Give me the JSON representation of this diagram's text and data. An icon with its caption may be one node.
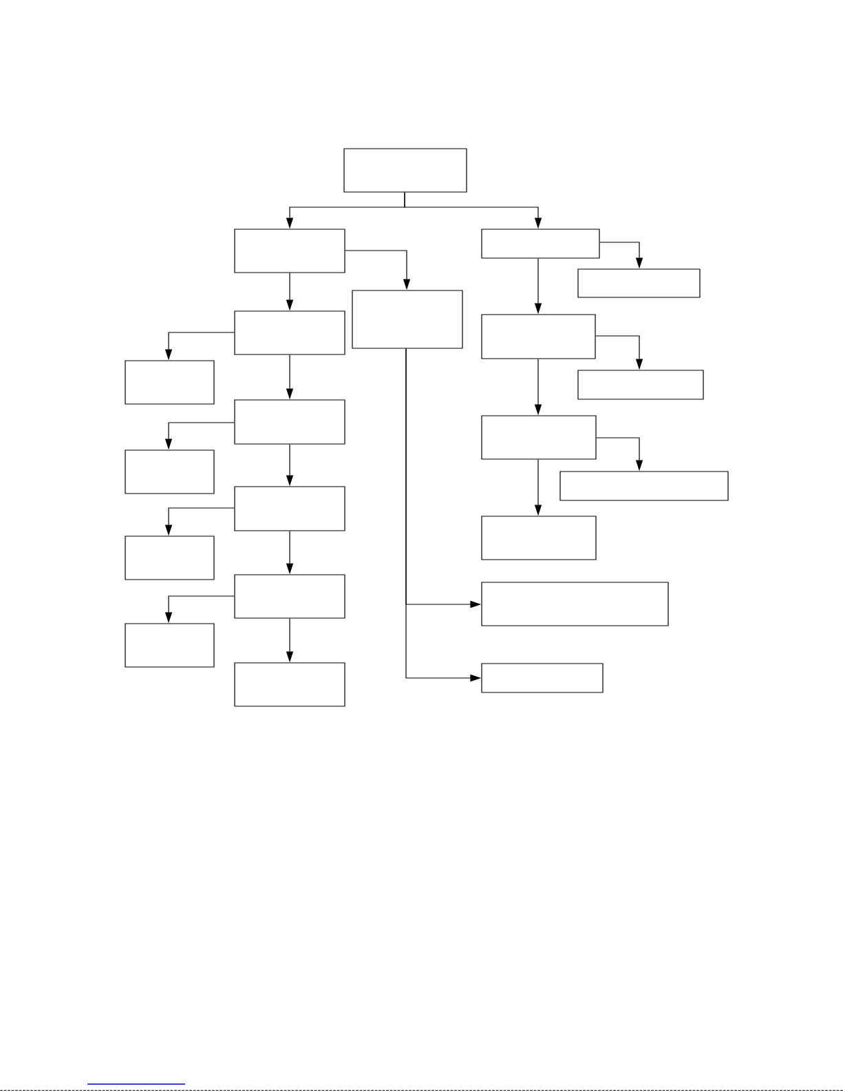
{
  "diagram": {
    "nodes": [
      {
        "text": [],
        "shape": "box"
      },
      {
        "text": [],
        "shape": "box"
      },
      {
        "text": [],
        "shape": "box"
      },
      {
        "text": [],
        "shape": "box"
      },
      {
        "text": [],
        "shape": "box"
      },
      {
        "text": [],
        "shape": "box"
      },
      {
        "text": [],
        "shape": "box"
      },
      {
        "text": [],
        "shape": "box"
      },
      {
        "text": [],
        "shape": "box"
      },
      {
        "text": [],
        "shape": "box"
      },
      {
        "text": [],
        "shape": "box"
      },
      {
        "text": [],
        "shape": "box"
      },
      {
        "text": [],
        "shape": "box"
      },
      {
        "text": [],
        "shape": "box"
      },
      {
        "text": [],
        "shape": "box"
      },
      {
        "text": [],
        "shape": "box"
      },
      {
        "text": [],
        "shape": "box"
      },
      {
        "text": [],
        "shape": "box"
      },
      {
        "text": [],
        "shape": "box"
      },
      {
        "text": [],
        "shape": "box"
      },
      {
        "text": [],
        "shape": "box"
      }
    ],
    "edges": [
      {
        "from": 0,
        "to": 1,
        "arrow": "to"
      },
      {
        "from": 0,
        "to": 2,
        "arrow": "to"
      },
      {
        "from": 1,
        "to": 4,
        "arrow": "to"
      },
      {
        "from": 1,
        "to": 5,
        "arrow": "to"
      },
      {
        "from": 2,
        "to": 3,
        "arrow": "to"
      },
      {
        "from": 2,
        "to": 6,
        "arrow": "to"
      },
      {
        "from": 5,
        "to": 7,
        "arrow": "to"
      },
      {
        "from": 5,
        "to": 9,
        "arrow": "to"
      },
      {
        "from": 6,
        "to": 8,
        "arrow": "to"
      },
      {
        "from": 6,
        "to": 10,
        "arrow": "to"
      },
      {
        "from": 9,
        "to": 11,
        "arrow": "to"
      },
      {
        "from": 9,
        "to": 13,
        "arrow": "to"
      },
      {
        "from": 10,
        "to": 12,
        "arrow": "to"
      },
      {
        "from": 10,
        "to": 14,
        "arrow": "to"
      },
      {
        "from": 13,
        "to": 15,
        "arrow": "to"
      },
      {
        "from": 13,
        "to": 16,
        "arrow": "to"
      },
      {
        "from": 16,
        "to": 18,
        "arrow": "to"
      },
      {
        "from": 16,
        "to": 19,
        "arrow": "to"
      },
      {
        "from": 4,
        "to": 17,
        "arrow": "to"
      },
      {
        "from": 4,
        "to": 20,
        "arrow": "to"
      }
    ]
  }
}
